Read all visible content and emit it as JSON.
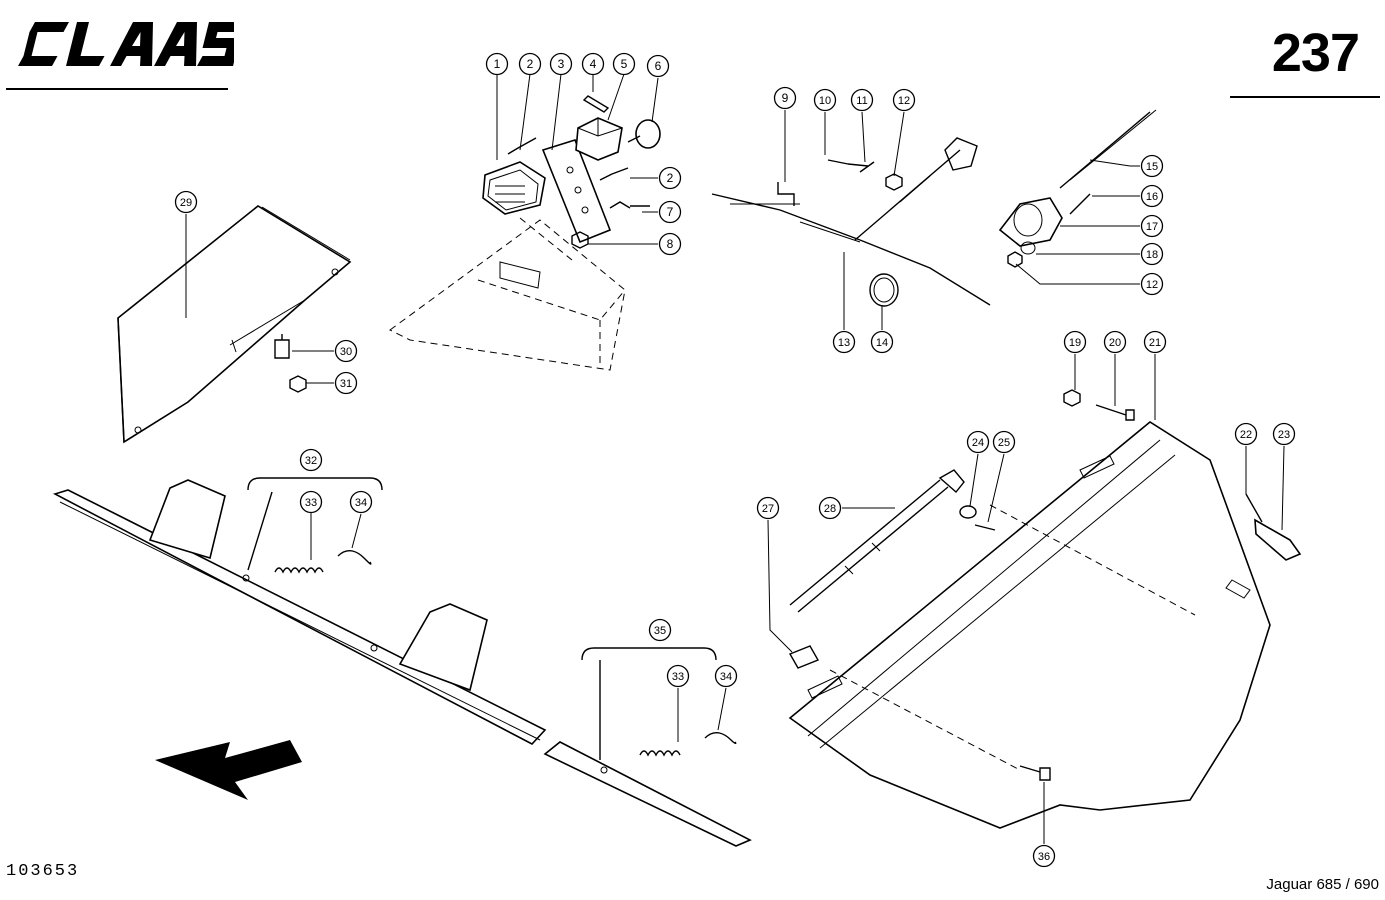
{
  "header": {
    "brand_logo_text": "CLAAS",
    "page_number": "237"
  },
  "footer": {
    "document_number": "103653",
    "model": "Jaguar 685 / 690"
  },
  "callouts": [
    {
      "id": "c1",
      "label": "1"
    },
    {
      "id": "c2a",
      "label": "2"
    },
    {
      "id": "c3",
      "label": "3"
    },
    {
      "id": "c4",
      "label": "4"
    },
    {
      "id": "c5",
      "label": "5"
    },
    {
      "id": "c6",
      "label": "6"
    },
    {
      "id": "c2b",
      "label": "2"
    },
    {
      "id": "c7",
      "label": "7"
    },
    {
      "id": "c8",
      "label": "8"
    },
    {
      "id": "c9",
      "label": "9"
    },
    {
      "id": "c10",
      "label": "10"
    },
    {
      "id": "c11",
      "label": "11"
    },
    {
      "id": "c12a",
      "label": "12"
    },
    {
      "id": "c15",
      "label": "15"
    },
    {
      "id": "c16",
      "label": "16"
    },
    {
      "id": "c17",
      "label": "17"
    },
    {
      "id": "c18",
      "label": "18"
    },
    {
      "id": "c12b",
      "label": "12"
    },
    {
      "id": "c13",
      "label": "13"
    },
    {
      "id": "c14",
      "label": "14"
    },
    {
      "id": "c29",
      "label": "29"
    },
    {
      "id": "c30",
      "label": "30"
    },
    {
      "id": "c31",
      "label": "31"
    },
    {
      "id": "c19",
      "label": "19"
    },
    {
      "id": "c20",
      "label": "20"
    },
    {
      "id": "c21",
      "label": "21"
    },
    {
      "id": "c22",
      "label": "22"
    },
    {
      "id": "c23",
      "label": "23"
    },
    {
      "id": "c24",
      "label": "24"
    },
    {
      "id": "c25",
      "label": "25"
    },
    {
      "id": "c27",
      "label": "27"
    },
    {
      "id": "c28",
      "label": "28"
    },
    {
      "id": "c32",
      "label": "32"
    },
    {
      "id": "c33a",
      "label": "33"
    },
    {
      "id": "c34a",
      "label": "34"
    },
    {
      "id": "c35",
      "label": "35"
    },
    {
      "id": "c33b",
      "label": "33"
    },
    {
      "id": "c34b",
      "label": "34"
    },
    {
      "id": "c36",
      "label": "36"
    }
  ]
}
